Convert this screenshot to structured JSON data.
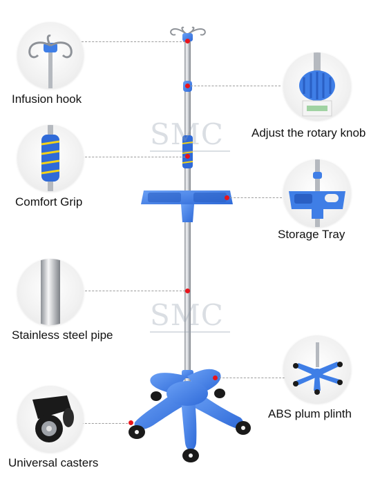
{
  "watermark": "SMC",
  "callouts": [
    {
      "id": "infusion-hook",
      "label": "Infusion hook"
    },
    {
      "id": "rotary-knob",
      "label": "Adjust the rotary knob"
    },
    {
      "id": "comfort-grip",
      "label": "Comfort Grip"
    },
    {
      "id": "storage-tray",
      "label": "Storage Tray"
    },
    {
      "id": "steel-pipe",
      "label": "Stainless steel pipe"
    },
    {
      "id": "plum-plinth",
      "label": "ABS plum plinth"
    },
    {
      "id": "casters",
      "label": "Universal casters"
    }
  ],
  "colors": {
    "plastic_blue": "#3f7ee6",
    "plastic_blue_dark": "#2a5fc4",
    "steel": "#c9ccd1",
    "grip_yellow": "#f2d21a",
    "marker_red": "#e8141b",
    "caster_black": "#1a1a1a"
  }
}
